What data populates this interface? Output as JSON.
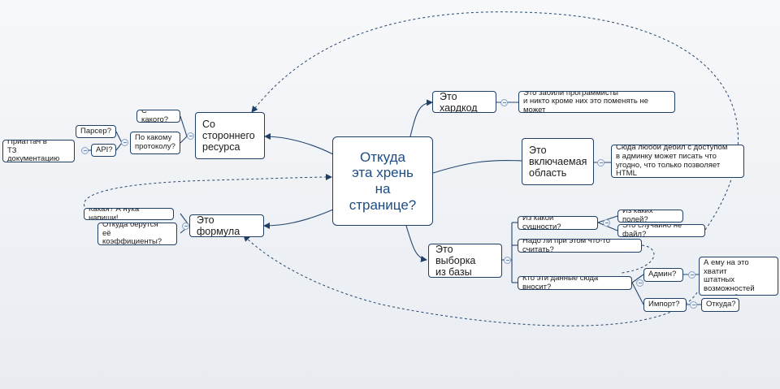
{
  "mindmap": {
    "root": "Откуда\nэта хрень\nна\nстранице?",
    "hardcode": {
      "label": "Это хардкод",
      "note": "Это забили программисты\nи никто кроме них это поменять не может"
    },
    "included": {
      "label": "Это\nвключаемая\nобласть",
      "note": "Сюда любой дебил с доступом\nв админку может писать что\nугодно, что только позволяет HTML"
    },
    "db": {
      "label": "Это выборка\nиз базы",
      "entity": "Из какой сущности?",
      "which_fields": "Из каких полей?",
      "no_file": "Это случайно не файл?",
      "compute": "Надо ли при этом что-то считать?",
      "who_enters": "Кто эти данные сюда вносит?",
      "admin": "Админ?",
      "admin_enough": "А ему на это хватит\nштатных\nвозможностей\nадминки?",
      "import": "Импорт?",
      "from_where": "Откуда?"
    },
    "formula": {
      "label": "Это формула",
      "which": "Какая? А нука напиши!",
      "coefficients": "Откуда берутся\nеё коэффициенты?"
    },
    "external": {
      "label": "Со\nстороннего\nресурса",
      "from_which": "С какого?",
      "protocol": "По какому\nпротоколу?",
      "parser": "Парсер?",
      "api": "API?",
      "attach": "Приаттач в\nТЗ документацию"
    }
  }
}
